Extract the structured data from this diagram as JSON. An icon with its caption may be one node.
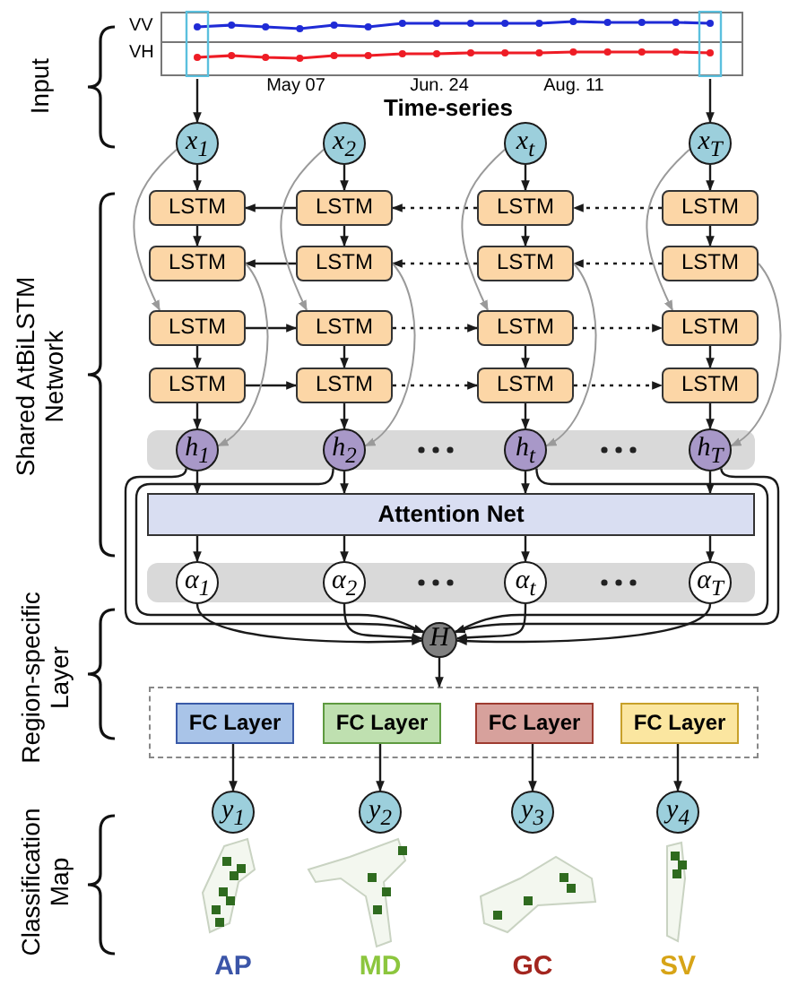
{
  "diagram": {
    "nodes": [
      {
        "text": [
          "VV",
          "VH"
        ]
      },
      {
        "text": [
          "x$_{1}$"
        ]
      },
      {
        "text": [
          "x$_{2}$"
        ]
      },
      {
        "text": [
          "x$_{t}$"
        ]
      },
      {
        "text": [
          "x$_{T}$"
        ]
      },
      {
        "text": [
          "LSTM"
        ]
      },
      {
        "text": [
          "LSTM"
        ]
      },
      {
        "text": [
          "LSTM"
        ]
      },
      {
        "text": [
          "LSTM"
        ]
      },
      {
        "text": [
          "LSTM"
        ]
      },
      {
        "text": [
          "LSTM"
        ]
      },
      {
        "text": [
          "LSTM"
        ]
      },
      {
        "text": [
          "LSTM"
        ]
      },
      {
        "text": [
          "LSTM"
        ]
      },
      {
        "text": [
          "LSTM"
        ]
      },
      {
        "text": [
          "LSTM"
        ]
      },
      {
        "text": [
          "LSTM"
        ]
      },
      {
        "text": [
          "LSTM"
        ]
      },
      {
        "text": [
          "LSTM"
        ]
      },
      {
        "text": [
          "LSTM"
        ]
      },
      {
        "text": [
          "LSTM"
        ]
      },
      {
        "text": [],
        "shape": "bar"
      },
      {
        "text": [
          "h$_{1}$"
        ],
        "in": 21
      },
      {
        "text": [
          "h$_{2}$"
        ],
        "in": 21
      },
      {
        "text": [
          "h$_{t}$"
        ],
        "in": 21
      },
      {
        "text": [
          "h$_{T}$"
        ],
        "in": 21
      },
      {
        "text": [
          "Attention Net"
        ]
      },
      {
        "text": [],
        "shape": "bar"
      },
      {
        "text": [
          "α$_{1}$"
        ],
        "in": 27
      },
      {
        "text": [
          "α$_{2}$"
        ],
        "in": 27
      },
      {
        "text": [
          "α$_{t}$"
        ],
        "in": 27
      },
      {
        "text": [
          "α$_{T}$"
        ],
        "in": 27
      },
      {
        "text": [
          "H"
        ]
      },
      {
        "text": [],
        "shape": "box"
      },
      {
        "text": [
          "FC Layer"
        ],
        "in": 33
      },
      {
        "text": [
          "FC Layer"
        ],
        "in": 33
      },
      {
        "text": [
          "FC Layer"
        ],
        "in": 33
      },
      {
        "text": [
          "FC Layer"
        ],
        "in": 33
      },
      {
        "text": [
          "y$_{1}$"
        ]
      },
      {
        "text": [
          "y$_{2}$"
        ]
      },
      {
        "text": [
          "y$_{3}$"
        ]
      },
      {
        "text": [
          "y$_{4}$"
        ]
      }
    ],
    "edges": [
      {
        "from": 0,
        "to": 1,
        "arrow": "to"
      },
      {
        "from": 0,
        "to": 4,
        "arrow": "to"
      },
      {
        "from": 1,
        "to": 5,
        "arrow": "to"
      },
      {
        "from": 2,
        "to": 6,
        "arrow": "to"
      },
      {
        "from": 3,
        "to": 7,
        "arrow": "to"
      },
      {
        "from": 4,
        "to": 8,
        "arrow": "to"
      },
      {
        "from": 5,
        "to": 9,
        "arrow": "to"
      },
      {
        "from": 6,
        "to": 10,
        "arrow": "to"
      },
      {
        "from": 7,
        "to": 11,
        "arrow": "to"
      },
      {
        "from": 8,
        "to": 12,
        "arrow": "to"
      },
      {
        "from": 6,
        "to": 5,
        "arrow": "to"
      },
      {
        "from": 7,
        "to": 6,
        "arrow": "to",
        "style": "dashed"
      },
      {
        "from": 8,
        "to": 7,
        "arrow": "to",
        "style": "dashed"
      },
      {
        "from": 10,
        "to": 9,
        "arrow": "to"
      },
      {
        "from": 11,
        "to": 10,
        "arrow": "to",
        "style": "dashed"
      },
      {
        "from": 12,
        "to": 11,
        "arrow": "to",
        "style": "dashed"
      },
      {
        "from": 13,
        "to": 17,
        "arrow": "to"
      },
      {
        "from": 14,
        "to": 18,
        "arrow": "to"
      },
      {
        "from": 15,
        "to": 19,
        "arrow": "to"
      },
      {
        "from": 16,
        "to": 20,
        "arrow": "to"
      },
      {
        "from": 13,
        "to": 14,
        "arrow": "to"
      },
      {
        "from": 14,
        "to": 15,
        "arrow": "to",
        "style": "dashed"
      },
      {
        "from": 15,
        "to": 16,
        "arrow": "to",
        "style": "dashed"
      },
      {
        "from": 17,
        "to": 18,
        "arrow": "to"
      },
      {
        "from": 18,
        "to": 19,
        "arrow": "to",
        "style": "dashed"
      },
      {
        "from": 19,
        "to": 20,
        "arrow": "to",
        "style": "dashed"
      },
      {
        "from": 1,
        "to": 13,
        "arrow": "to",
        "color": "#9a9a9a"
      },
      {
        "from": 2,
        "to": 14,
        "arrow": "to",
        "color": "#9a9a9a"
      },
      {
        "from": 3,
        "to": 15,
        "arrow": "to",
        "color": "#9a9a9a"
      },
      {
        "from": 4,
        "to": 16,
        "arrow": "to",
        "color": "#9a9a9a"
      },
      {
        "from": 9,
        "to": 22,
        "arrow": "to",
        "color": "#9a9a9a"
      },
      {
        "from": 10,
        "to": 23,
        "arrow": "to",
        "color": "#9a9a9a"
      },
      {
        "from": 11,
        "to": 24,
        "arrow": "to",
        "color": "#9a9a9a"
      },
      {
        "from": 12,
        "to": 25,
        "arrow": "to",
        "color": "#9a9a9a"
      },
      {
        "from": 17,
        "to": 22,
        "arrow": "to"
      },
      {
        "from": 18,
        "to": 23,
        "arrow": "to"
      },
      {
        "from": 19,
        "to": 24,
        "arrow": "to"
      },
      {
        "from": 20,
        "to": 25,
        "arrow": "to"
      },
      {
        "from": 22,
        "to": 26,
        "arrow": "to"
      },
      {
        "from": 23,
        "to": 26,
        "arrow": "to"
      },
      {
        "from": 24,
        "to": 26,
        "arrow": "to"
      },
      {
        "from": 25,
        "to": 26,
        "arrow": "to"
      },
      {
        "from": 22,
        "to": 32,
        "arrow": "to"
      },
      {
        "from": 23,
        "to": 32,
        "arrow": "to"
      },
      {
        "from": 24,
        "to": 32,
        "arrow": "to"
      },
      {
        "from": 25,
        "to": 32,
        "arrow": "to"
      },
      {
        "from": 26,
        "to": 28,
        "arrow": "to"
      },
      {
        "from": 26,
        "to": 29,
        "arrow": "to"
      },
      {
        "from": 26,
        "to": 30,
        "arrow": "to"
      },
      {
        "from": 26,
        "to": 31,
        "arrow": "to"
      },
      {
        "from": 28,
        "to": 32,
        "arrow": "to"
      },
      {
        "from": 29,
        "to": 32,
        "arrow": "to"
      },
      {
        "from": 30,
        "to": 32,
        "arrow": "to"
      },
      {
        "from": 31,
        "to": 32,
        "arrow": "to"
      },
      {
        "from": 32,
        "to": 33,
        "arrow": "to"
      },
      {
        "from": 34,
        "to": 38,
        "arrow": "to"
      },
      {
        "from": 35,
        "to": 39,
        "arrow": "to"
      },
      {
        "from": 36,
        "to": 40,
        "arrow": "to"
      },
      {
        "from": 37,
        "to": 41,
        "arrow": "to"
      }
    ],
    "labels": [
      "Input",
      "May 07",
      "Jun. 24",
      "Aug. 11",
      "Time-series",
      "Shared AtBiLSTM Network",
      "Region-specific Layer",
      "Classification Map",
      "AP",
      "MD",
      "GC",
      "SV"
    ]
  }
}
